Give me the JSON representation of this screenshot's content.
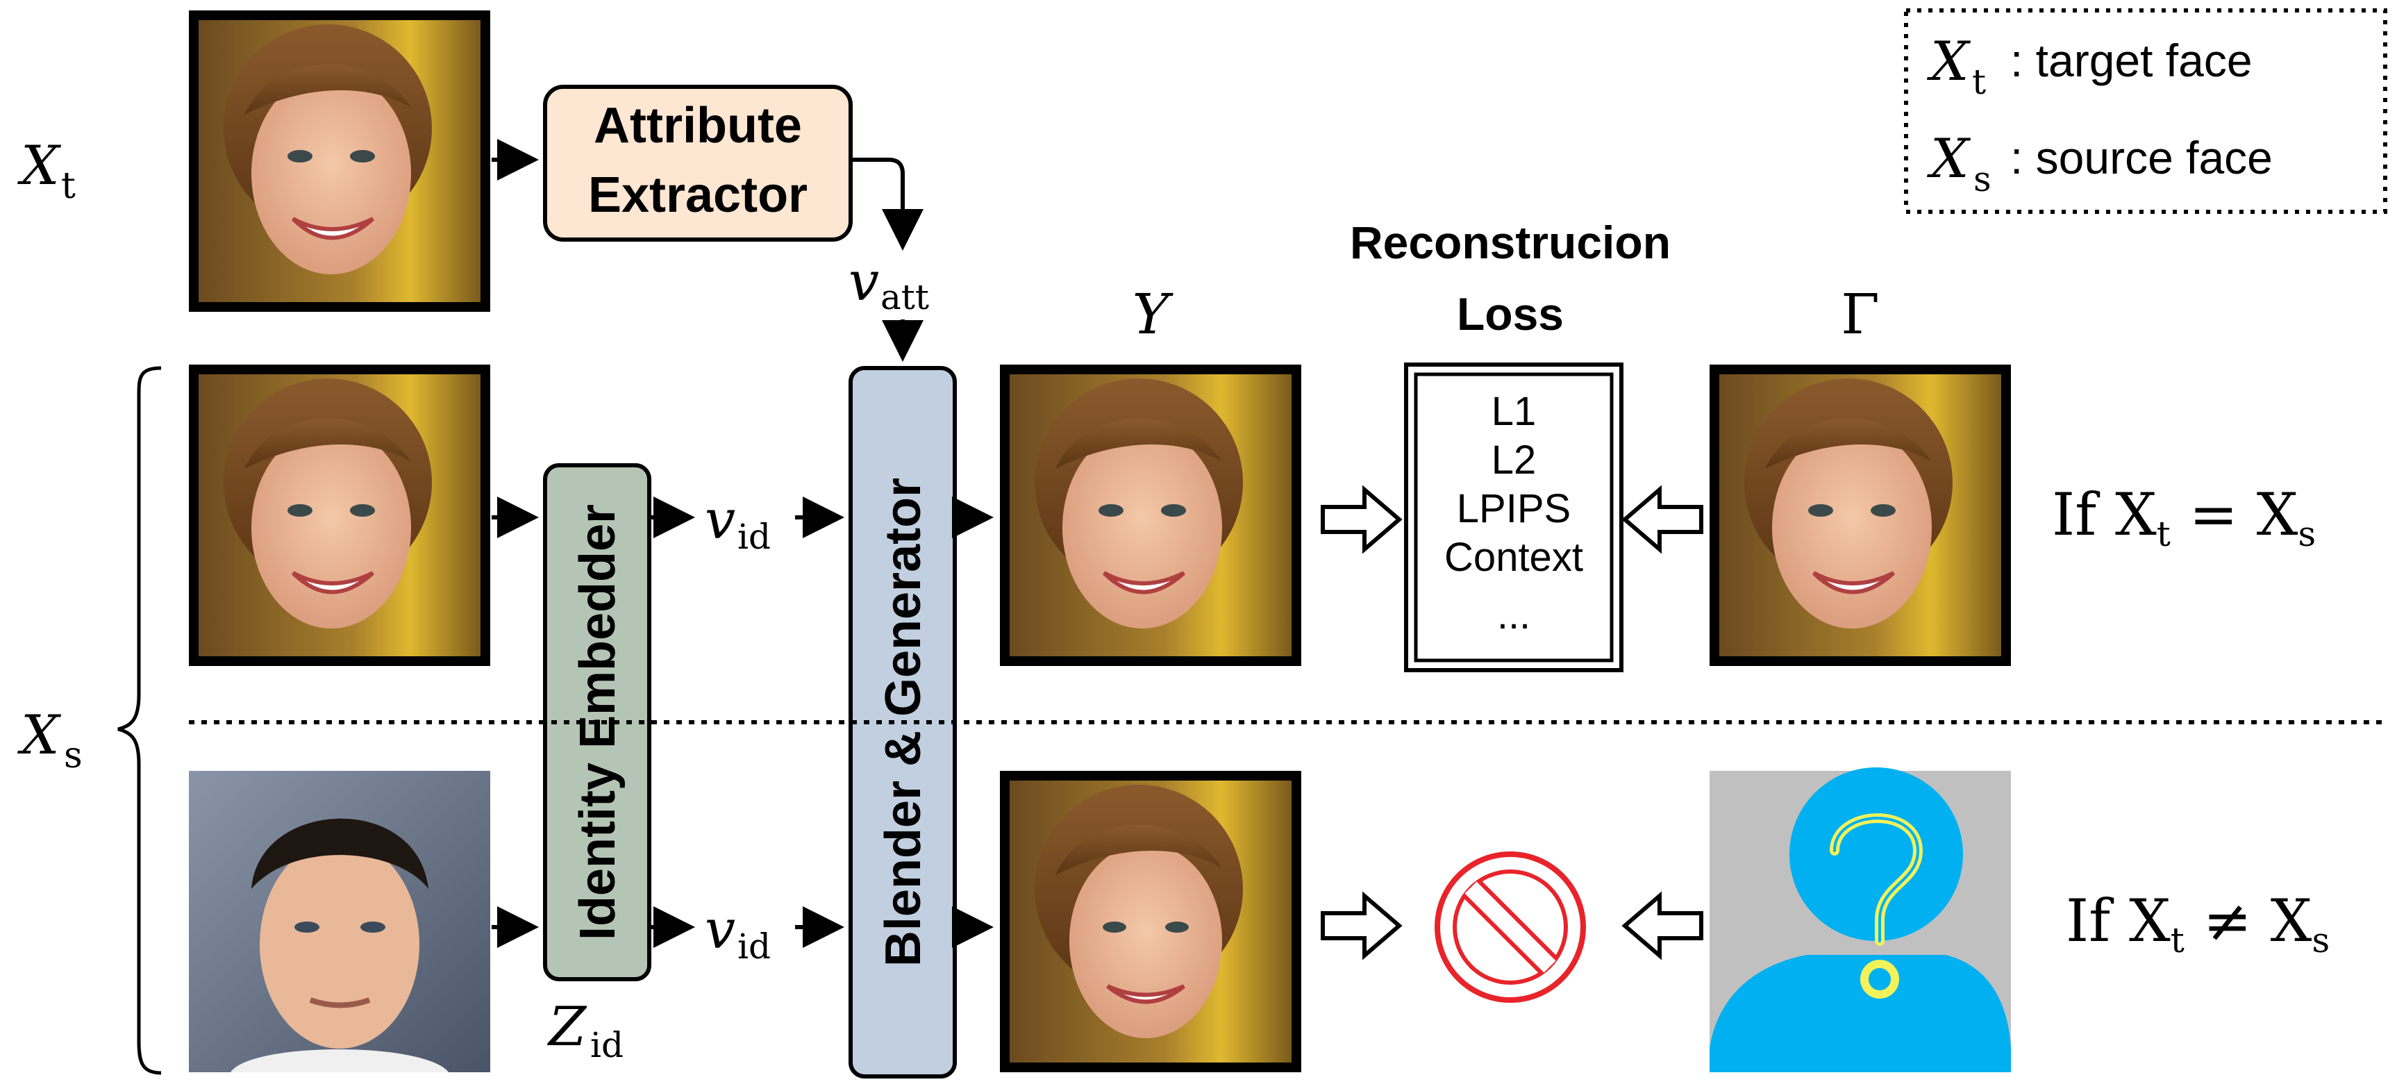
{
  "legend": {
    "target_symbol": "X",
    "target_sub": "t",
    "target_text": ": target face",
    "source_symbol": "X",
    "source_sub": "s",
    "source_text": ": source face"
  },
  "labels": {
    "xt_symbol": "X",
    "xt_sub": "t",
    "xs_symbol": "X",
    "xs_sub": "s",
    "v_att_symbol": "v",
    "v_att_sub": "att",
    "v_id_symbol": "v",
    "v_id_sub": "id",
    "z_id_symbol": "Z",
    "z_id_sub": "id",
    "y_symbol": "Y",
    "gamma_symbol": "Γ"
  },
  "blocks": {
    "attribute_extractor_line1": "Attribute",
    "attribute_extractor_line2": "Extractor",
    "identity_embedder": "Identity Embedder",
    "blender_generator": "Blender & Generator"
  },
  "loss": {
    "title_line1": "Reconstrucion",
    "title_line2": "Loss",
    "items": [
      "L1",
      "L2",
      "LPIPS",
      "Context",
      "..."
    ]
  },
  "conditions": {
    "equal_prefix": "If X",
    "equal_sub1": "t",
    "equal_op": " = X",
    "equal_sub2": "s",
    "notequal_prefix": "If X",
    "notequal_sub1": "t",
    "notequal_op": " ≠ X",
    "notequal_sub2": "s"
  },
  "icons": {
    "prohibited": "prohibited-icon",
    "unknown_person": "unknown-person-icon"
  },
  "colors": {
    "attribute_extractor_fill": "#fde6d2",
    "identity_embedder_fill": "#b5c5b5",
    "blender_fill": "#c1cfe0",
    "prohibited_red": "#e8242a",
    "person_blue": "#00b0f0",
    "question_yellow": "#f2f25a",
    "person_bg_gray": "#c0c0c0"
  }
}
